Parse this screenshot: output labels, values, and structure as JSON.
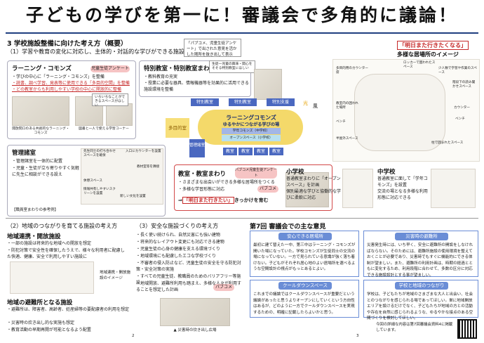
{
  "title": "子どもの学びを第一に！審議会で多角的に議論！",
  "section3": {
    "heading": "3 学校施設整備に向けた考え方（概要）",
    "sub1": "（1）学習や教育の変化に対応し、主体的・対話的な学びができる施設",
    "callout_top": "「パブコメ、児童生徒アンケート」で出された意見を活かした随所を抜き出して表示"
  },
  "learning_commons": {
    "title": "ラーニング・コモンズ",
    "badge": "児童生徒アンケート",
    "lines": [
      "・学びの中心に「ラーニング・コモンズ」を整備",
      "・読書、調べ学習、発表等に使用できる「多目的空間」を整備",
      "・どの教室からも利用しやすい学校の中心に開放的に整備"
    ],
    "caption1": "開放間口のある共創的なラーニング・コモンズ",
    "caption2": "図書と一人で使える学習コーナー",
    "callout2": "いろいろなことができるスペースがほしい"
  },
  "special_rooms": {
    "title": "特別教室・特別教室まわり",
    "lines": [
      "・教科教育の充実",
      "・授業に必要な器具、情報機器等を効果的に活用できる施設環境を整備"
    ],
    "callout": "生徒一児童の興味・関心をそそる特別教室にほしい"
  },
  "diagram": {
    "center_main": "ラーニングコモンズ",
    "center_sub": "ゆるやかにつながる学びの場",
    "tile1": "特別教室",
    "tile2": "特別教室",
    "tile3": "特別支援",
    "left_room": "多目的室",
    "mgmt_room": "管理諸室",
    "class1": "教室",
    "class2": "教室",
    "class3": "教室",
    "class4": "教室",
    "band1": "学年コモンズ（中学校）",
    "band2": "オープンスペース（小学校）",
    "light": "光",
    "wind": "風"
  },
  "management": {
    "title": "管理諸室",
    "lines": [
      "・管理諸室を一体的に配置",
      "・児童・生徒が立ち寄りやすく気軽に先生に相談ができる設え"
    ],
    "labels": [
      "先生同士の打ち合わせスペースを確保",
      "入口にカウンターを設置",
      "教材室等を隣接",
      "休憩スペース",
      "情報共有しやすいスクリーンを設置",
      "新しい文化を設置"
    ],
    "caption": "【職員室まわりの参考例】"
  },
  "classroom": {
    "title": "教室・教室まわり",
    "badge": "パブコメ児童生徒アンケート",
    "lines": [
      "・さまざまな出会いができる多様な居場所をつくる",
      "・多様な学習形態に対応"
    ],
    "pubcom": "パブコメ",
    "banner_pre": "⇒",
    "banner_red": "「明日また行きたい」",
    "banner_post": "きっかけを育む"
  },
  "elementary": {
    "title": "小学校",
    "lines": [
      "普通教室まわりに「オープンスペース」を計画",
      "個別最適な学びと協働的な学びに柔軟に対応"
    ]
  },
  "junior": {
    "title": "中学校",
    "lines": [
      "普通教室に面して「学年コモンズ」を設置",
      "交流の場となる多様な利用形態に対応できる"
    ]
  },
  "illustration": {
    "title_red": "「明日また行きたくなる」",
    "title_sub": "多様な居場所のイメージ",
    "labels": [
      "多目的用のカウンター席",
      "ロッカーで囲われたスペース",
      "少人数で学習や作業のスペース",
      "階段下の読み聞かせスペース",
      "カウンター",
      "ベンチ",
      "教室内の囲われた場所",
      "ベンチ",
      "半屋外スペース",
      "柱で囲まれたスペース"
    ]
  },
  "sub2": {
    "heading": "（2）地域のつながりを育てる施設の考え方",
    "t1": "地域連携・開放施設",
    "l1": [
      "・一部の施設は将来的な地域への開放を想定",
      "・防犯対策で安全性を確保したうえで、様々な利用者に配慮した快適、健康、安全で利用しやすい施設に"
    ],
    "diagram_label": "地域連携・開放施設のイメージ",
    "t2": "地域の避難所となる施設",
    "l2": [
      "・避難所は、障害者、高齢者、妊産婦等の要配慮者の利用を想定",
      "・災害時の炊き出し的な実施も想定",
      "・教育活動の早期再開が可能となるよう配置"
    ]
  },
  "sub3": {
    "heading": "（3）安全な施設づくりの考え方",
    "lines": [
      "・長く使い続けられ、自然災害にも強い建物",
      "・将来的なレイアウト変更にも対応できる建物",
      "・児童生徒の心身の健康を支える環境づくり",
      "・地域環境にも配慮したエコな学校づくり",
      "・不審者の侵入防止など、児童生徒の安全を守る防犯対策・安全対策の実施",
      "・すべての児童生徒、教職員のためのバリアフリー等施設",
      "・地域開放、避難所利用も踏まえ、多様な人々が利用することを想定した計画"
    ],
    "badge": "パブコメ",
    "caption": "▲ 災害時の炊き出し広場"
  },
  "opinions": {
    "heading": "第7回 審議会での主な意見",
    "boxes": [
      {
        "title": "安心できる居場所",
        "text": "最初に建て替えた一中、第三中はラーニング・コモンズが開いた場になっていた。学校コモンズが生徒同士の交流の場になっていない。一方で見られている意識が強く落ち着けない。子どもがそれぞれ居心地のよい居場所を選べるような空間設計の視点がもっとあるとよい。"
      },
      {
        "title": "クールダウンスペース",
        "text": "これまでの議論ではクールダウンスペースが重要だという議論があったと思うよりオープンにしていくという方向性はあるが、どのように一方でクールダウンスペースを実現するための、明確に記載したらよいかと思う。"
      },
      {
        "title": "災害時の避難所",
        "text": "災害発生時には、いち早く、安全に避難所の開設をしなければならない。そのためには、避難所施設の使用環境を整えておくことが必要であり、災害時でもすぐに機能的にできる体制が望ましい。また、避難所の利用計画は、時期の経過とともに変化するため、利用段階に合わせて、多数の区分に対応できる施設設計とする事が望ましい。"
      },
      {
        "title": "学校と地域のつながり",
        "text": "学校は、子どもたちが地域のさまざまな大人と出会い、社会とのつながりを感じられる場であってほしい。単に地域開放エリアを設けるだけでなく、子どもたちが地域の方との活動や存在を自然に感じられるような、ゆるやかな接点のある空間づくりを検討してほしい。"
      }
    ],
    "footnote": "今回の詳細な内容は第7回審議会資料4に掲載しています。"
  },
  "page_left": "2",
  "page_right": "3"
}
